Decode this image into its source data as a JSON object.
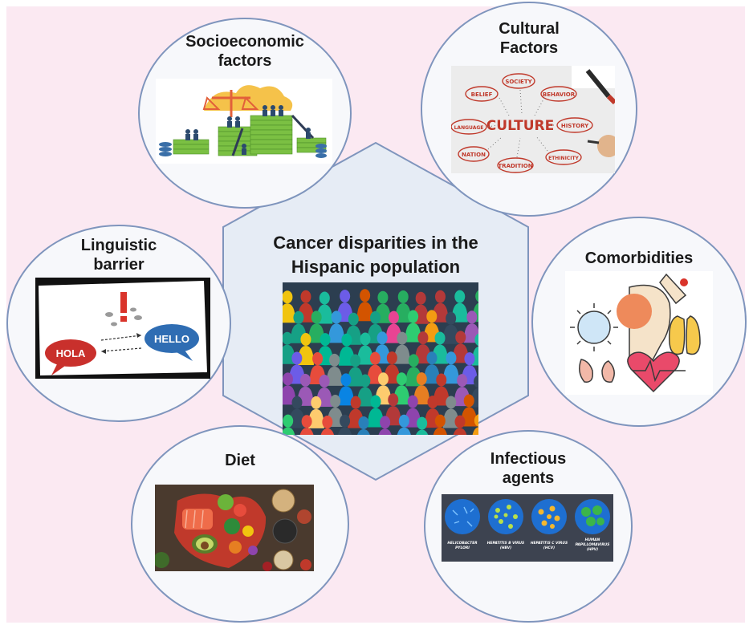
{
  "center": {
    "title_line1": "Cancer disparities in the",
    "title_line2": "Hispanic population",
    "image": "crowd-of-diverse-people-silhouettes"
  },
  "nodes": {
    "socioeconomic": {
      "line1": "Socioeconomic",
      "line2": "factors",
      "image": "inequality-scale-money-stacks"
    },
    "cultural": {
      "line1": "Cultural",
      "line2": "Factors",
      "image": "culture-word-map",
      "words": {
        "center": "CULTURE",
        "society": "SOCIETY",
        "belief": "BELIEF",
        "behavior": "BEHAVIOR",
        "language": "LANGUAGE",
        "history": "HISTORY",
        "nation": "NATION",
        "tradition": "TRADITION",
        "ethnicity": "ETHINICITY"
      }
    },
    "linguistic": {
      "line1": "Linguistic",
      "line2": "barrier",
      "image": "speech-bubbles",
      "bubble_left": "HOLA",
      "bubble_right": "HELLO"
    },
    "comorbidities": {
      "line1": "Comorbidities",
      "image": "organs-virus-heart"
    },
    "diet": {
      "line1": "Diet",
      "image": "healthy-food-spread"
    },
    "infectious": {
      "line1": "Infectious",
      "line2": "agents",
      "image": "pathogen-micrographs",
      "captions": {
        "c1": "HELICOBACTER",
        "c1b": "PYLORI",
        "c2": "HEPATITIS B VIRUS",
        "c2b": "(HBV)",
        "c3": "HEPATITIS C VIRUS",
        "c3b": "(HCV)",
        "c4": "HUMAN",
        "c4b": "PAPILLOMAVIRUS",
        "c4c": "(HPV)"
      }
    }
  },
  "colors": {
    "background": "#fbe9f2",
    "node_fill": "#f7f8fb",
    "node_border": "#7f95bd",
    "hexagon_fill": "#e6ecf5"
  }
}
